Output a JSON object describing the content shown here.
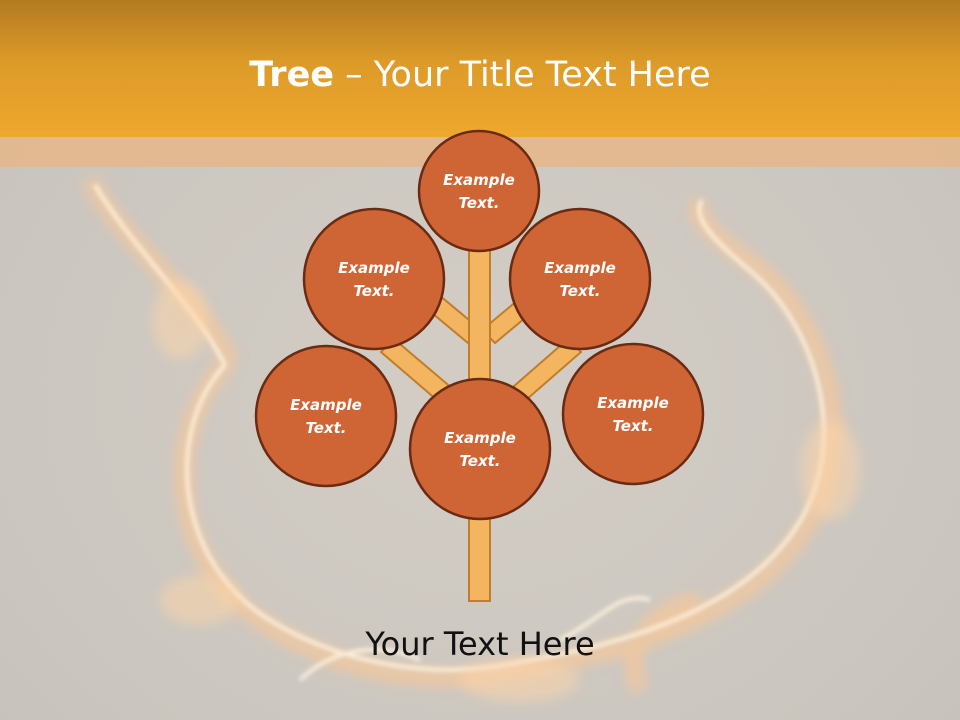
{
  "title": {
    "bold": "Tree",
    "rest": " – Your Title Text Here"
  },
  "nodes": [
    {
      "line1": "Example",
      "line2": "Text."
    },
    {
      "line1": "Example",
      "line2": "Text."
    },
    {
      "line1": "Example",
      "line2": "Text."
    },
    {
      "line1": "Example",
      "line2": "Text."
    },
    {
      "line1": "Example",
      "line2": "Text."
    },
    {
      "line1": "Example",
      "line2": "Text."
    }
  ],
  "footer": "Your Text Here",
  "colors": {
    "node_fill": "#cf6535",
    "node_stroke": "#6a2b12",
    "branch_fill": "#f3b560",
    "branch_stroke": "#c07d2c",
    "header": "#efa82e"
  }
}
